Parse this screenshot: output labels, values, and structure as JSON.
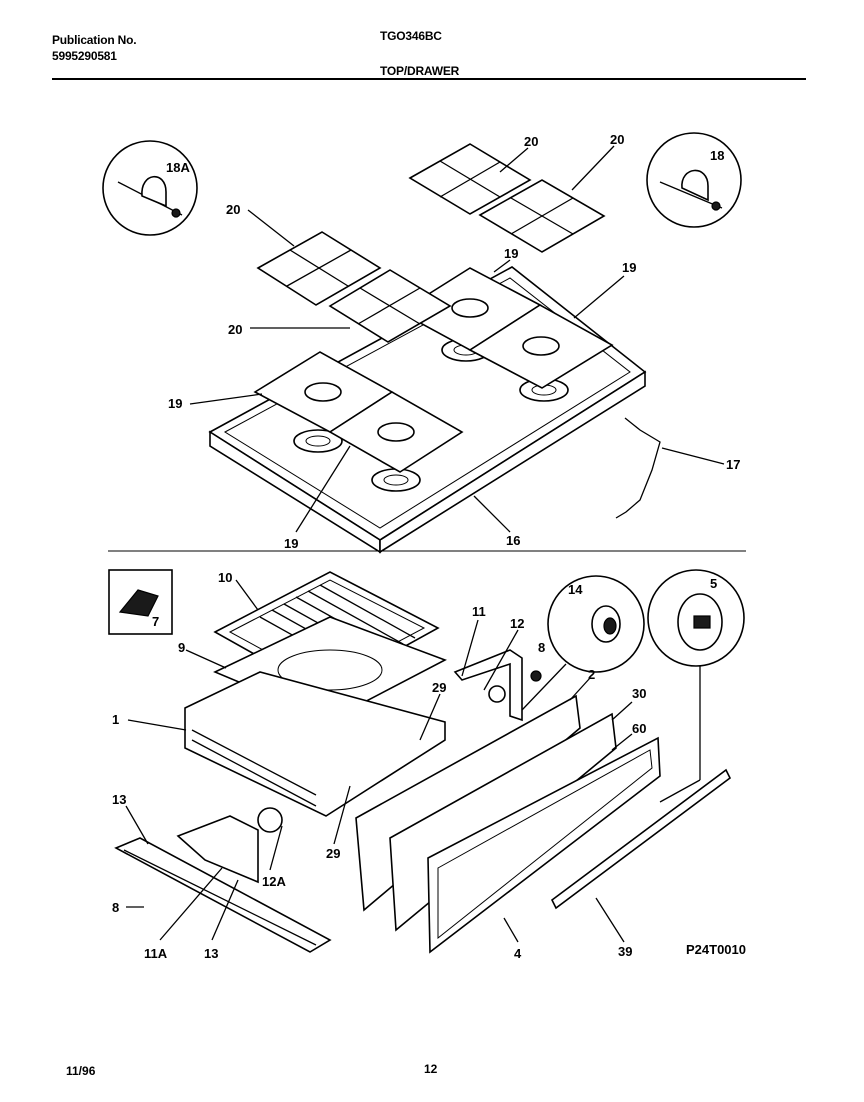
{
  "header": {
    "publication_label": "Publication No.",
    "publication_number": "5995290581",
    "model": "TGO346BC",
    "section_title": "TOP/DRAWER"
  },
  "footer": {
    "date": "11/96",
    "page_number": "12"
  },
  "figure": {
    "code": "P24T0010",
    "part_labels": [
      "20",
      "20",
      "18A",
      "18",
      "20",
      "19",
      "19",
      "20",
      "19",
      "19",
      "17",
      "16",
      "10",
      "7",
      "9",
      "11",
      "12",
      "8",
      "14",
      "5",
      "2",
      "29",
      "30",
      "1",
      "60",
      "13",
      "29",
      "12A",
      "8",
      "11A",
      "13",
      "4",
      "39"
    ]
  }
}
